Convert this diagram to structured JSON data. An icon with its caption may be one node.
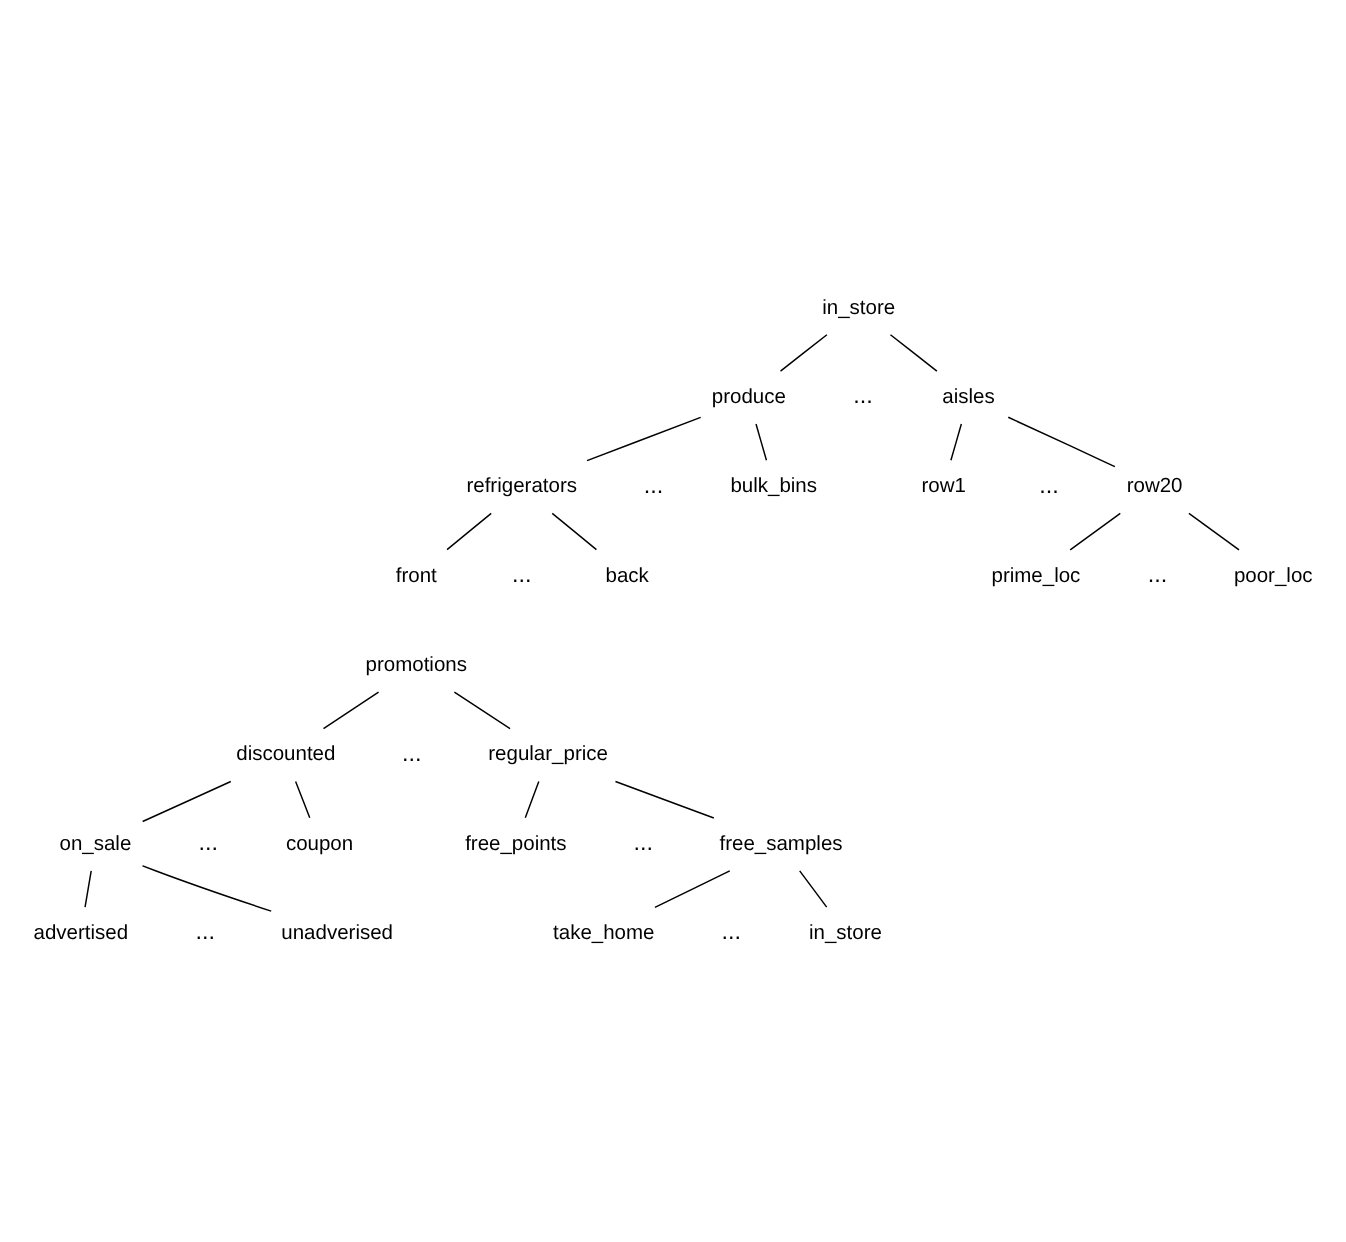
{
  "diagram": {
    "nodes": [
      {
        "text": [
          "in_store"
        ]
      },
      {
        "text": [
          "produce"
        ]
      },
      {
        "text": [
          "aisles"
        ]
      },
      {
        "text": [
          "refrigerators"
        ]
      },
      {
        "text": [
          "bulk_bins"
        ]
      },
      {
        "text": [
          "row1"
        ]
      },
      {
        "text": [
          "row20"
        ]
      },
      {
        "text": [
          "front"
        ]
      },
      {
        "text": [
          "back"
        ]
      },
      {
        "text": [
          "prime_loc"
        ]
      },
      {
        "text": [
          "poor_loc"
        ]
      },
      {
        "text": [
          "promotions"
        ]
      },
      {
        "text": [
          "discounted"
        ]
      },
      {
        "text": [
          "regular_price"
        ]
      },
      {
        "text": [
          "on_sale"
        ]
      },
      {
        "text": [
          "coupon"
        ]
      },
      {
        "text": [
          "free_points"
        ]
      },
      {
        "text": [
          "free_samples"
        ]
      },
      {
        "text": [
          "advertised"
        ]
      },
      {
        "text": [
          "unadverised"
        ]
      },
      {
        "text": [
          "take_home"
        ]
      },
      {
        "text": [
          "in_store"
        ]
      }
    ],
    "edges": [
      {
        "from": 0,
        "to": 1,
        "arrow": "none"
      },
      {
        "from": 0,
        "to": 2,
        "arrow": "none"
      },
      {
        "from": 1,
        "to": 3,
        "arrow": "none"
      },
      {
        "from": 1,
        "to": 4,
        "arrow": "none"
      },
      {
        "from": 2,
        "to": 5,
        "arrow": "none"
      },
      {
        "from": 2,
        "to": 6,
        "arrow": "none"
      },
      {
        "from": 3,
        "to": 7,
        "arrow": "none"
      },
      {
        "from": 3,
        "to": 8,
        "arrow": "none"
      },
      {
        "from": 6,
        "to": 9,
        "arrow": "none"
      },
      {
        "from": 6,
        "to": 10,
        "arrow": "none"
      },
      {
        "from": 11,
        "to": 12,
        "arrow": "none"
      },
      {
        "from": 11,
        "to": 13,
        "arrow": "none"
      },
      {
        "from": 12,
        "to": 14,
        "arrow": "none"
      },
      {
        "from": 12,
        "to": 15,
        "arrow": "none"
      },
      {
        "from": 13,
        "to": 16,
        "arrow": "none"
      },
      {
        "from": 13,
        "to": 17,
        "arrow": "none"
      },
      {
        "from": 14,
        "to": 18,
        "arrow": "none"
      },
      {
        "from": 14,
        "to": 19,
        "arrow": "none"
      },
      {
        "from": 17,
        "to": 20,
        "arrow": "none"
      },
      {
        "from": 17,
        "to": 21,
        "arrow": "none"
      }
    ],
    "labels": [
      "...",
      "...",
      "...",
      "...",
      "...",
      "...",
      "...",
      "...",
      "...",
      "..."
    ]
  }
}
